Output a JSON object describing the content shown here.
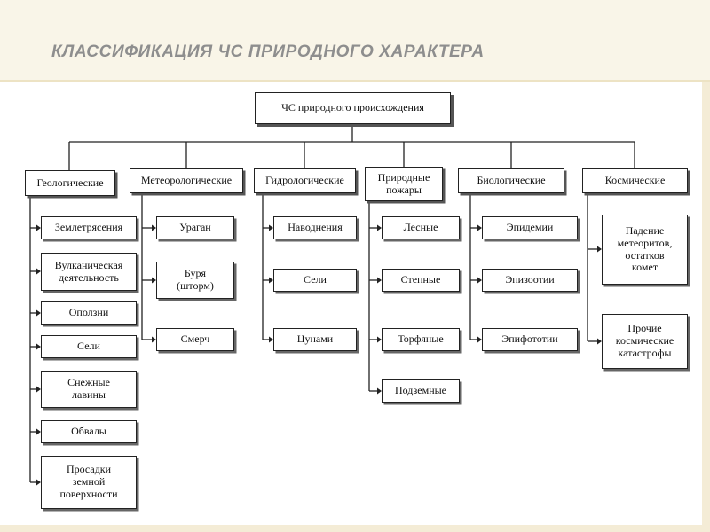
{
  "slide": {
    "title": "КЛАССИФИКАЦИЯ ЧС ПРИРОДНОГО ХАРАКТЕРА"
  },
  "tree": {
    "root": "ЧС природного происхождения",
    "categories": [
      {
        "label": "Геологические",
        "items": [
          "Землетрясения",
          "Вулканическая\nдеятельность",
          "Оползни",
          "Сели",
          "Снежные\nлавины",
          "Обвалы",
          "Просадки\nземной\nповерхности"
        ]
      },
      {
        "label": "Метеорологические",
        "items": [
          "Ураган",
          "Буря\n(шторм)",
          "Смерч"
        ]
      },
      {
        "label": "Гидрологические",
        "items": [
          "Наводнения",
          "Сели",
          "Цунами"
        ]
      },
      {
        "label": "Природные\nпожары",
        "items": [
          "Лесные",
          "Степные",
          "Торфяные",
          "Подземные"
        ]
      },
      {
        "label": "Биологические",
        "items": [
          "Эпидемии",
          "Эпизоотии",
          "Эпифототии"
        ]
      },
      {
        "label": "Космические",
        "items": [
          "Падение\nметеоритов,\nостатков\nкомет",
          "Прочие\nкосмические\nкатастрофы"
        ]
      }
    ]
  }
}
